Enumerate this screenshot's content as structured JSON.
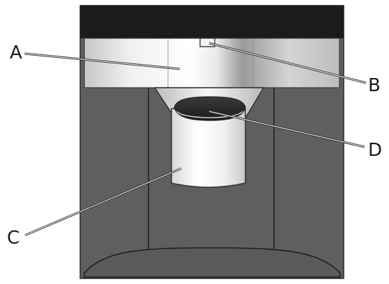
{
  "labels": {
    "a": "A",
    "b": "B",
    "c": "C",
    "d": "D"
  },
  "colors": {
    "housing": "#5f5f5f",
    "top_band": "#1b1b1b",
    "outline": "#2a2a2a",
    "metal_light": "#f2f2f2",
    "metal_mid": "#c9c9c9",
    "metal_dark": "#8a8a8a",
    "dark_opening": "#2c2c2c"
  },
  "icons": {
    "sensor": "square-outline"
  }
}
